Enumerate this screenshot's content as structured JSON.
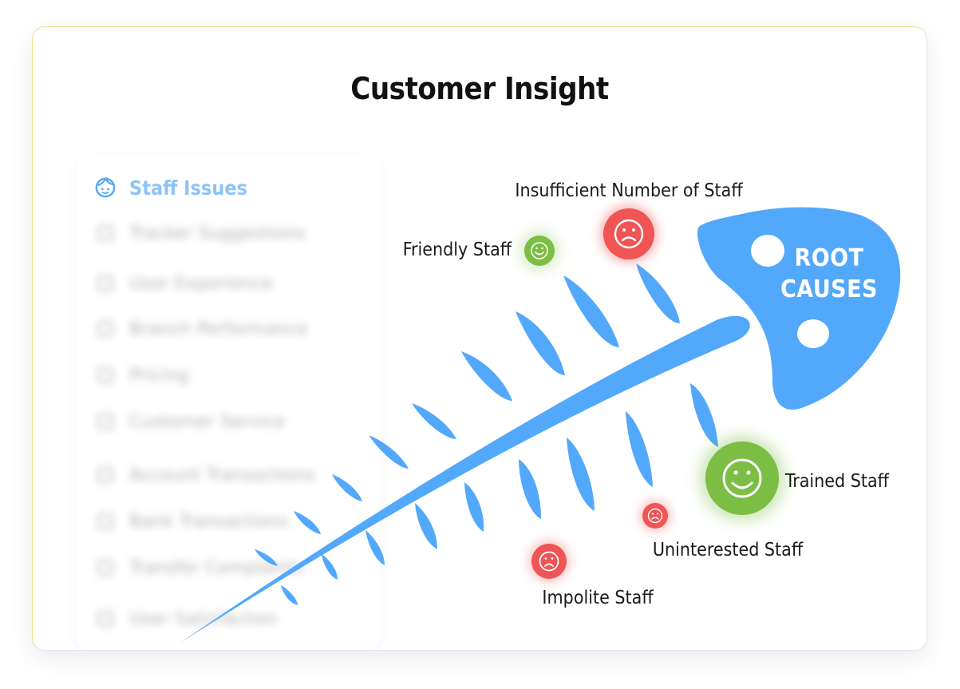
{
  "title": "Customer Insight",
  "sidebar": {
    "items": [
      {
        "label": "Staff Issues",
        "active": true
      },
      {
        "label": "Tracker Suggestions",
        "active": false
      },
      {
        "label": "User Experience",
        "active": false
      },
      {
        "label": "Branch Performance",
        "active": false
      },
      {
        "label": "Pricing",
        "active": false
      },
      {
        "label": "Customer Service",
        "active": false
      },
      {
        "label": "Account Transactions",
        "active": false
      },
      {
        "label": "Bank Transactions",
        "active": false
      },
      {
        "label": "Transfer Complaints",
        "active": false
      },
      {
        "label": "User Satisfaction",
        "active": false
      }
    ]
  },
  "diagram": {
    "head_label_line1": "ROOT",
    "head_label_line2": "CAUSES",
    "causes": [
      {
        "label": "Insufficient Number of Staff",
        "sentiment": "negative"
      },
      {
        "label": "Friendly Staff",
        "sentiment": "positive"
      },
      {
        "label": "Trained Staff",
        "sentiment": "positive"
      },
      {
        "label": "Uninterested Staff",
        "sentiment": "negative"
      },
      {
        "label": "Impolite Staff",
        "sentiment": "negative"
      }
    ]
  },
  "colors": {
    "fish": "#52a8fa",
    "positive": "#7cbd43",
    "negative": "#f05454",
    "active_item": "#8ec3f6"
  },
  "icons": {
    "positive": "smile-icon",
    "negative": "frown-icon",
    "active_item": "face-icon"
  }
}
